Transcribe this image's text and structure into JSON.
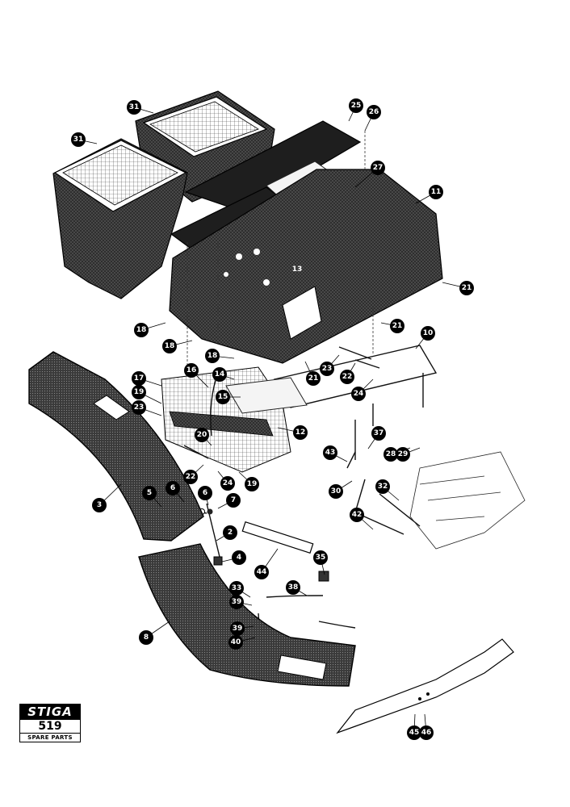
{
  "brand": {
    "logo_text": "STIGA",
    "page_number": "519",
    "caption": "SPARE PARTS"
  },
  "callouts": [
    {
      "id": "c31a",
      "label": "31"
    },
    {
      "id": "c31b",
      "label": "31"
    },
    {
      "id": "c25",
      "label": "25"
    },
    {
      "id": "c26",
      "label": "26"
    },
    {
      "id": "c27",
      "label": "27"
    },
    {
      "id": "c11",
      "label": "11"
    },
    {
      "id": "c21a",
      "label": "21"
    },
    {
      "id": "c21b",
      "label": "21"
    },
    {
      "id": "c21c",
      "label": "21"
    },
    {
      "id": "c10",
      "label": "10"
    },
    {
      "id": "c18a",
      "label": "18"
    },
    {
      "id": "c18b",
      "label": "18"
    },
    {
      "id": "c18c",
      "label": "18"
    },
    {
      "id": "c23a",
      "label": "23"
    },
    {
      "id": "c22a",
      "label": "22"
    },
    {
      "id": "c24a",
      "label": "24"
    },
    {
      "id": "c17",
      "label": "17"
    },
    {
      "id": "c16",
      "label": "16"
    },
    {
      "id": "c14",
      "label": "14"
    },
    {
      "id": "c15",
      "label": "15"
    },
    {
      "id": "c19a",
      "label": "19"
    },
    {
      "id": "c23b",
      "label": "23"
    },
    {
      "id": "c12",
      "label": "12"
    },
    {
      "id": "c20",
      "label": "20"
    },
    {
      "id": "c22b",
      "label": "22"
    },
    {
      "id": "c24b",
      "label": "24"
    },
    {
      "id": "c19b",
      "label": "19"
    },
    {
      "id": "c37",
      "label": "37"
    },
    {
      "id": "c43",
      "label": "43"
    },
    {
      "id": "c28",
      "label": "28"
    },
    {
      "id": "c29",
      "label": "29"
    },
    {
      "id": "c30",
      "label": "30"
    },
    {
      "id": "c32",
      "label": "32"
    },
    {
      "id": "c42",
      "label": "42"
    },
    {
      "id": "c3",
      "label": "3"
    },
    {
      "id": "c5",
      "label": "5"
    },
    {
      "id": "c6a",
      "label": "6"
    },
    {
      "id": "c6b",
      "label": "6"
    },
    {
      "id": "c7",
      "label": "7"
    },
    {
      "id": "c2",
      "label": "2"
    },
    {
      "id": "c4",
      "label": "4"
    },
    {
      "id": "c44",
      "label": "44"
    },
    {
      "id": "c35",
      "label": "35"
    },
    {
      "id": "c33",
      "label": "33"
    },
    {
      "id": "c39a",
      "label": "39"
    },
    {
      "id": "c38",
      "label": "38"
    },
    {
      "id": "c39b",
      "label": "39"
    },
    {
      "id": "c40",
      "label": "40"
    },
    {
      "id": "c8",
      "label": "8"
    },
    {
      "id": "c45",
      "label": "45"
    },
    {
      "id": "c46",
      "label": "46"
    }
  ],
  "plain_labels": [
    {
      "id": "p13",
      "label": "13"
    },
    {
      "id": "p5",
      "label": "5"
    },
    {
      "id": "p6",
      "label": "6"
    },
    {
      "id": "p39",
      "label": "39"
    }
  ]
}
